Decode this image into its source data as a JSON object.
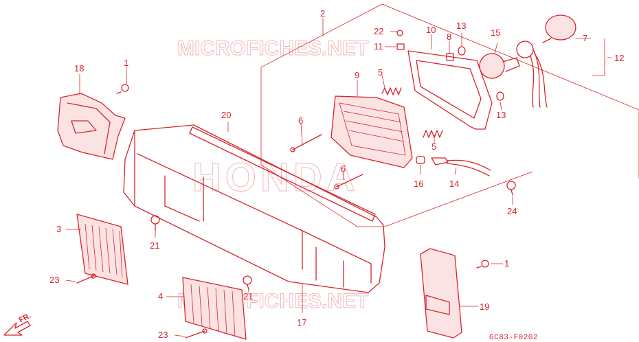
{
  "watermarks": {
    "site_top": "MICROFICHES.NET",
    "brand": "HONDA",
    "site_bottom": "MICROFICHES.NET"
  },
  "diagram_code": "GC83-F0202",
  "front_marker": "FR.",
  "callouts": {
    "p1a": "1",
    "p1b": "1",
    "p2": "2",
    "p3": "3",
    "p4": "4",
    "p5a": "5",
    "p5b": "5",
    "p6a": "6",
    "p6b": "6",
    "p7": "7",
    "p8": "8",
    "p9": "9",
    "p10": "10",
    "p11": "11",
    "p12": "12",
    "p13a": "13",
    "p13b": "13",
    "p14": "14",
    "p15": "15",
    "p16": "16",
    "p17": "17",
    "p18": "18",
    "p19": "19",
    "p20": "20",
    "p21a": "21",
    "p21b": "21",
    "p22": "22",
    "p23a": "23",
    "p23b": "23",
    "p24": "24"
  },
  "colors": {
    "line": "#d8232a",
    "watermark": "#f2b6b9",
    "background": "#ffffff"
  }
}
